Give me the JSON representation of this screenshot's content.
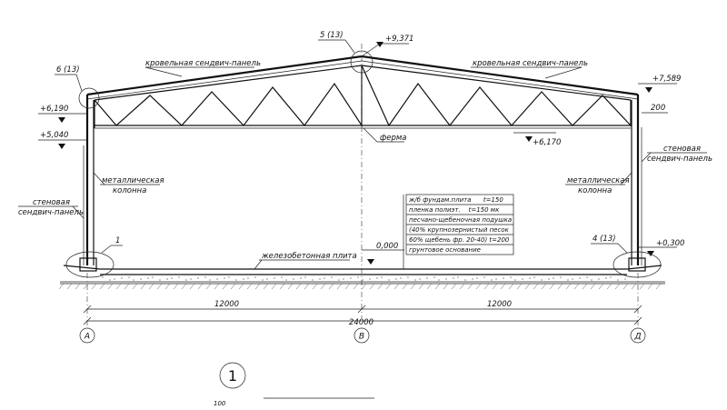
{
  "labels": {
    "roof_left": "кровельная сендвич-панель",
    "roof_right": "кровельная сендвич-панель",
    "truss": "ферма",
    "column_left_1": "металлическая",
    "column_left_2": "колонна",
    "column_right_1": "металлическая",
    "column_right_2": "колонна",
    "wall_left_1": "стеновая",
    "wall_left_2": "сендвич-панель",
    "wall_right_1": "стеновая",
    "wall_right_2": "сендвич-панель",
    "slab": "железобетонная плита"
  },
  "callouts": {
    "node_top": "5 (13)",
    "node_left": "6 (13)",
    "node_base_left": "1",
    "node_base_right": "4 (13)"
  },
  "levels": {
    "ridge": "+9,371",
    "eave_right": "+7,589",
    "left_upper": "+6,190",
    "left_lower": "+5,040",
    "truss_bottom": "+6,170",
    "zero": "0,000",
    "right_base": "+0,300"
  },
  "dimensions": {
    "truss_height": "200",
    "span_left": "12000",
    "span_right": "12000",
    "span_total": "24000"
  },
  "axes": {
    "left": "А",
    "middle": "В",
    "right": "Д"
  },
  "floor_layers": [
    "ж/б фундам.плита      t=150",
    "пленка полиэт.    t=150 мк",
    "песчано-щебеночная подушка",
    "(40% крупнозернистый песок",
    "60% щебень фр. 20-40) t=200",
    "грунтовое основание"
  ],
  "section": {
    "number": "1",
    "scale": "100"
  }
}
